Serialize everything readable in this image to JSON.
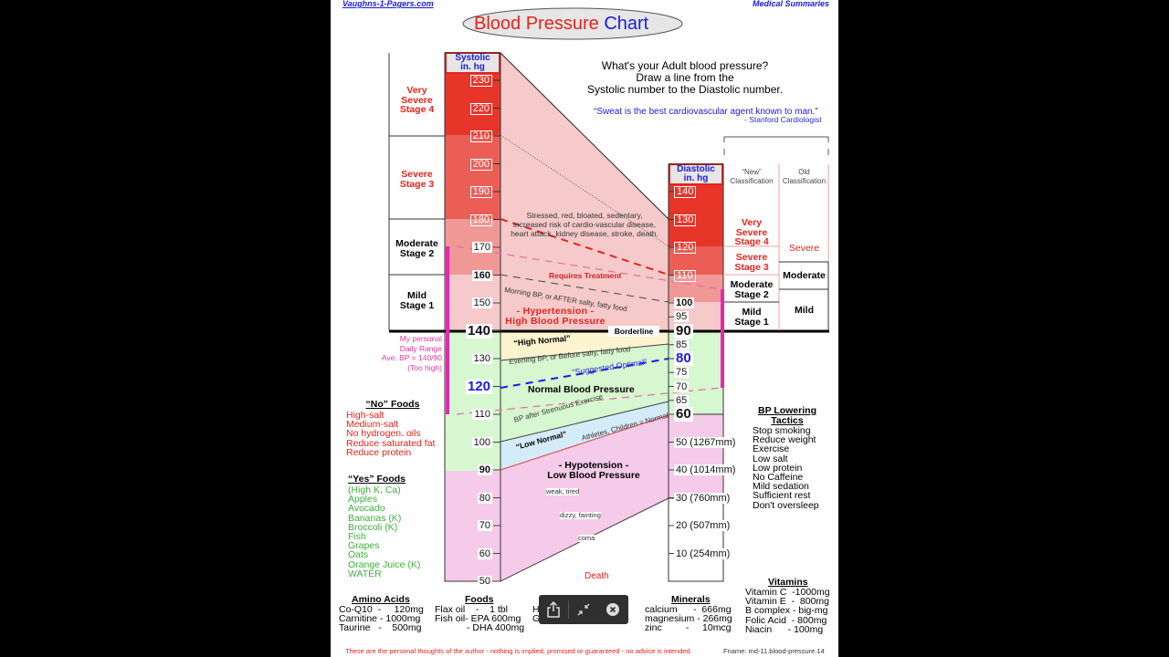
{
  "header": {
    "site": "Vaughns-1-Pagers.com",
    "section": "Medical Summaries"
  },
  "title": {
    "part1": "Blood Pressure",
    "part2": "Chart"
  },
  "intro": {
    "line1": "What's your Adult blood pressure?",
    "line2": "Draw a line from the",
    "line3": "Systolic number to the Diastolic number."
  },
  "quote": {
    "text": "“Sweat is the best cardiovascular agent known to man.”",
    "author": "- Stanford Cardiologist"
  },
  "systolic": {
    "header1": "Systolic",
    "header2": "in. hg",
    "ticks": [
      {
        "v": 230,
        "label": "230",
        "kind": "hot"
      },
      {
        "v": 220,
        "label": "220",
        "kind": "hot"
      },
      {
        "v": 210,
        "label": "210",
        "kind": "hot"
      },
      {
        "v": 200,
        "label": "200",
        "kind": "hot"
      },
      {
        "v": 190,
        "label": "190",
        "kind": "hot"
      },
      {
        "v": 180,
        "label": "180",
        "kind": "hot"
      },
      {
        "v": 170,
        "label": "170",
        "kind": "normal"
      },
      {
        "v": 160,
        "label": "160",
        "kind": "med"
      },
      {
        "v": 150,
        "label": "150",
        "kind": "normal"
      },
      {
        "v": 140,
        "label": "140",
        "kind": "big"
      },
      {
        "v": 130,
        "label": "130",
        "kind": "normal"
      },
      {
        "v": 120,
        "label": "120",
        "kind": "blue"
      },
      {
        "v": 110,
        "label": "110",
        "kind": "normal"
      },
      {
        "v": 100,
        "label": "100",
        "kind": "normal"
      },
      {
        "v": 90,
        "label": "90",
        "kind": "med"
      },
      {
        "v": 80,
        "label": "80",
        "kind": "normal"
      },
      {
        "v": 70,
        "label": "70",
        "kind": "normal"
      },
      {
        "v": 60,
        "label": "60",
        "kind": "normal"
      },
      {
        "v": 50,
        "label": "50",
        "kind": "normal"
      }
    ]
  },
  "diastolic": {
    "header1": "Diastolic",
    "header2": "in. hg",
    "ticks": [
      {
        "v": 140,
        "label": "140",
        "kind": "hot"
      },
      {
        "v": 130,
        "label": "130",
        "kind": "hot"
      },
      {
        "v": 120,
        "label": "120",
        "kind": "hot"
      },
      {
        "v": 110,
        "label": "110",
        "kind": "hot"
      },
      {
        "v": 100,
        "label": "100",
        "kind": "med"
      },
      {
        "v": 95,
        "label": "95",
        "kind": "normal"
      },
      {
        "v": 90,
        "label": "90",
        "kind": "big"
      },
      {
        "v": 85,
        "label": "85",
        "kind": "normal"
      },
      {
        "v": 80,
        "label": "80",
        "kind": "blue"
      },
      {
        "v": 75,
        "label": "75",
        "kind": "normal"
      },
      {
        "v": 70,
        "label": "70",
        "kind": "normal"
      },
      {
        "v": 65,
        "label": "65",
        "kind": "normal"
      },
      {
        "v": 60,
        "label": "60",
        "kind": "big"
      },
      {
        "v": 50,
        "label": "50 (1267mm)",
        "kind": "normal"
      },
      {
        "v": 40,
        "label": "40 (1014mm)",
        "kind": "normal"
      },
      {
        "v": 30,
        "label": "30 (760mm)",
        "kind": "normal"
      },
      {
        "v": 20,
        "label": "20 (507mm)",
        "kind": "normal"
      },
      {
        "v": 10,
        "label": "10 (254mm)",
        "kind": "normal"
      }
    ]
  },
  "stages": [
    {
      "l1": "Very",
      "l2": "Severe",
      "l3": "Stage 4"
    },
    {
      "l1": "Severe",
      "l2": "Stage 3"
    },
    {
      "l1": "Moderate",
      "l2": "Stage 2"
    },
    {
      "l1": "Mild",
      "l2": "Stage 1"
    }
  ],
  "zones": {
    "stressed1": "Stressed, red, bloated, sedentary,",
    "stressed2": "increased risk of cardio-vascular disease,",
    "stressed3": "heart attack, kidney disease, stroke, death.",
    "requires": "Requires Treatment",
    "morning": "Morning BP, or AFTER salty, fatty food",
    "hyper1": "- Hypertension -",
    "hyper2": "High  Blood  Pressure",
    "borderline": "Borderline",
    "high_normal": "“High Normal”",
    "evening": "Evening BP, or Before salty, fatty food",
    "optimal": "“Suggested Optimal”",
    "normal": "Normal Blood Pressure",
    "strenuous": "BP after Strenuous Exercise",
    "low_normal": "“Low Normal”",
    "athletes": "Athletes, Children = Normal",
    "hypo1": "- Hypotension -",
    "hypo2": "Low  Blood  Pressure",
    "weak": "weak, tired",
    "dizzy": "dizzy, fainting",
    "coma": "coma",
    "death": "Death"
  },
  "personal": {
    "l1": "My personal",
    "l2": "Daily Range",
    "l3": "Ave. BP = 140/90",
    "l4": "(Too high)"
  },
  "classification": {
    "new_header1": "“New”",
    "new_header2": "Classification",
    "old_header1": "Old",
    "old_header2": "Classification",
    "new": [
      {
        "l1": "Very",
        "l2": "Severe",
        "l3": "Stage 4"
      },
      {
        "l1": "Severe",
        "l2": "Stage 3"
      },
      {
        "l1": "Moderate",
        "l2": "Stage 2"
      },
      {
        "l1": "Mild",
        "l2": "Stage 1"
      }
    ],
    "old": [
      "Severe",
      "Moderate",
      "Mild"
    ]
  },
  "no_foods": {
    "title": "“No” Foods",
    "items": [
      "High-salt",
      "Medium-salt",
      "No hydrogen. oils",
      "Reduce saturated fat",
      "Reduce protein"
    ]
  },
  "yes_foods": {
    "title": "“Yes” Foods",
    "items": [
      "(High K, Ca)",
      "Apples",
      "Avocado",
      "Bananas (K)",
      "Broccoli (K)",
      "Fish",
      "Grapes",
      "Oats",
      "Orange Juice (K)",
      "WATER"
    ]
  },
  "tactics": {
    "title1": "BP Lowering",
    "title2": "Tactics",
    "items": [
      "Stop smoking",
      "Reduce weight",
      "Exercise",
      "Low salt",
      "Low protein",
      "No Caffeine",
      "Mild sedation",
      "Sufficient rest",
      "Don't oversleep"
    ]
  },
  "amino": {
    "title": "Amino Acids",
    "items": [
      "Co-Q10  -     120mg",
      "Carnitine - 1000mg",
      "Taurine   -    500mg"
    ]
  },
  "foods": {
    "title": "Foods",
    "items": [
      "Flax oil    -    1 tbl",
      "Fish oil- EPA 600mg",
      "            - DHA 400mg"
    ]
  },
  "hidden_col": {
    "items": [
      "H",
      "G"
    ]
  },
  "minerals": {
    "title": "Minerals",
    "items": [
      "calcium      -  666mg",
      "magnesium - 266mg",
      "zinc         -     10mcg"
    ]
  },
  "vitamins": {
    "title": "Vitamins",
    "items": [
      "Vitamin C  -1000mg",
      "Vitamin E  -  800mg",
      "B complex - big-mg",
      "Folic Acid  - 800mg",
      "Niacin      - 100mg"
    ]
  },
  "footer": {
    "disclaimer": "These are the personal thoughts of the author - nothing is implied, promised or guaranteed - no advice is intended.",
    "fname": "Fname: md-11.blood-pressure.14"
  },
  "toolbar": {
    "share_icon": "share-icon",
    "collapse_icon": "collapse-icon",
    "close_icon": "close-icon"
  }
}
